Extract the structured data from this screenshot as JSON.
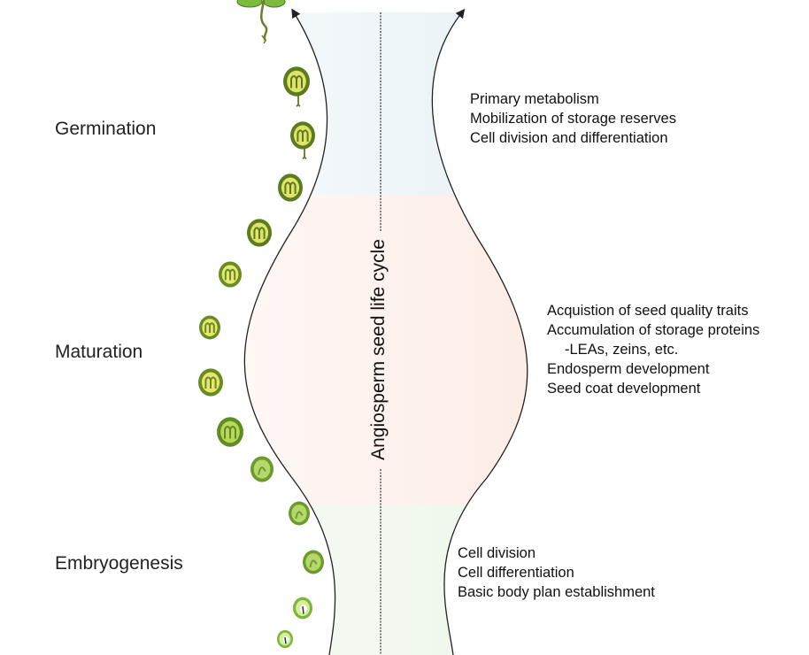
{
  "title": "Angiosperm seed life cycle",
  "colors": {
    "germination_band": "#eaf3f8",
    "maturation_band": "#fdece6",
    "embryogenesis_band": "#eef6ea",
    "outline": "#222222",
    "seed_dark": "#5c7a1f",
    "seed_light": "#dfe36a",
    "seed_green": "#8cbf3a"
  },
  "stages": [
    {
      "name": "Germination",
      "processes": [
        "Primary metabolism",
        "Mobilization of storage reserves",
        "Cell division and differentiation"
      ]
    },
    {
      "name": "Maturation",
      "processes": [
        "Acquistion of seed quality traits",
        "Accumulation of storage proteins",
        "-LEAs, zeins, etc.",
        "Endosperm development",
        "Seed coat development"
      ]
    },
    {
      "name": "Embryogenesis",
      "processes": [
        "Cell division",
        "Cell differentiation",
        "Basic body plan establishment"
      ]
    }
  ],
  "icons": {
    "seedling": "seedling-icon",
    "seed": "seed-icon"
  }
}
